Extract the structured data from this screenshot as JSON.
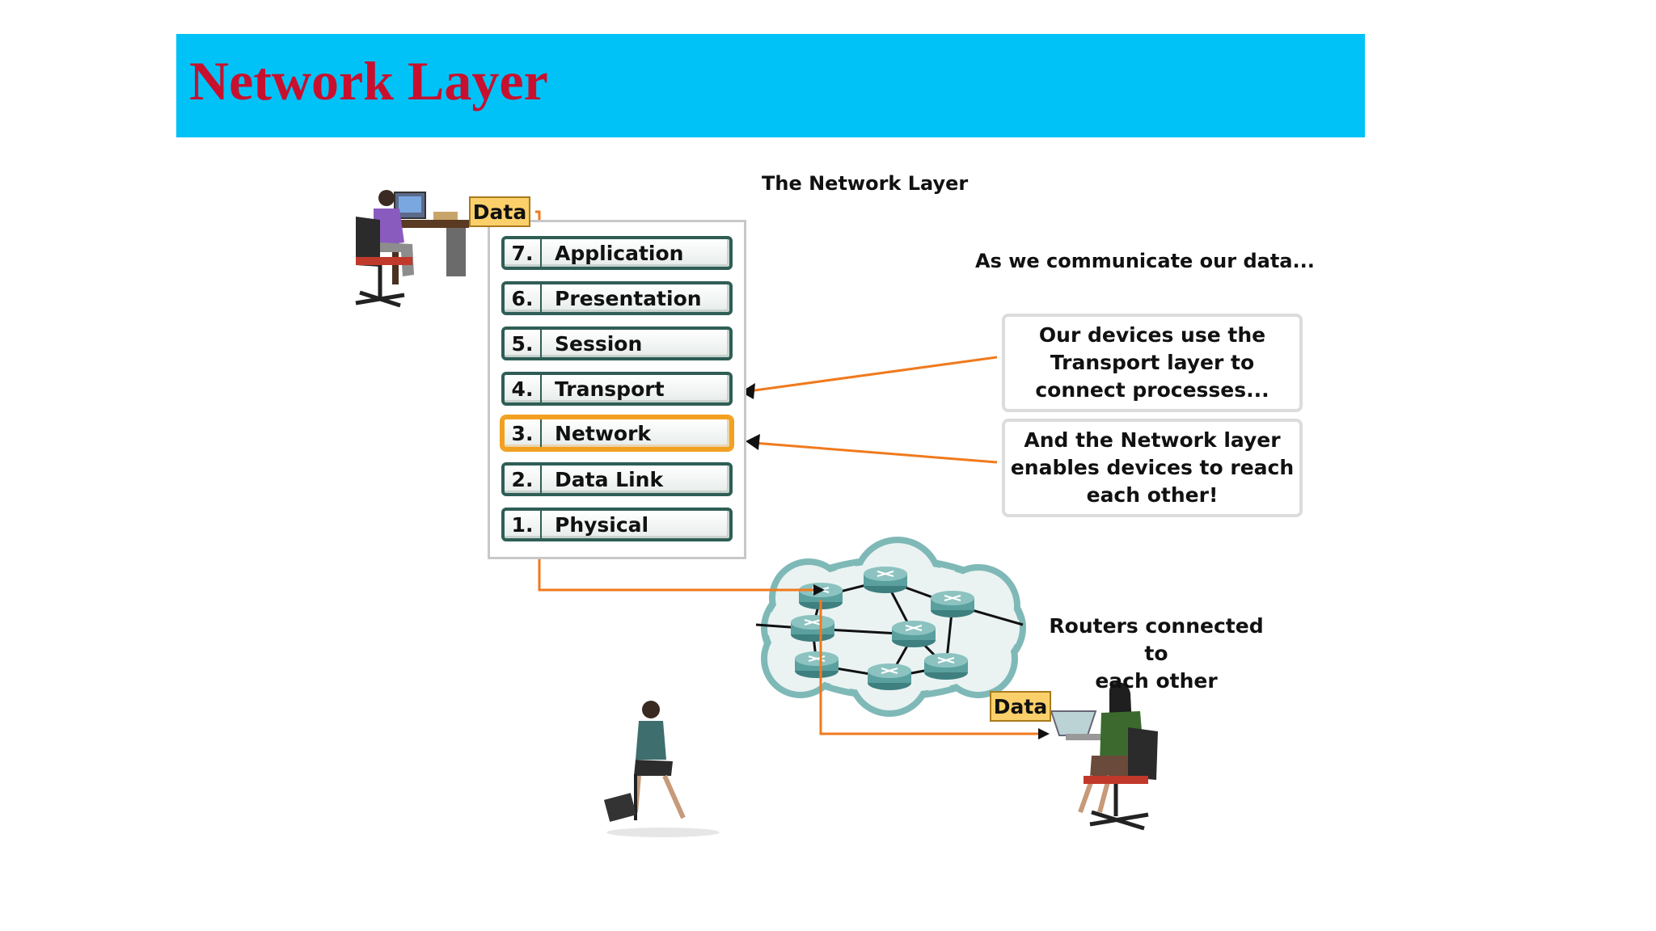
{
  "slide": {
    "title": "Network Layer"
  },
  "diagram": {
    "title": "The Network Layer",
    "intro": "As we communicate our data...",
    "layers": [
      {
        "num": "7.",
        "name": "Application"
      },
      {
        "num": "6.",
        "name": "Presentation"
      },
      {
        "num": "5.",
        "name": "Session"
      },
      {
        "num": "4.",
        "name": "Transport"
      },
      {
        "num": "3.",
        "name": "Network"
      },
      {
        "num": "2.",
        "name": "Data Link"
      },
      {
        "num": "1.",
        "name": "Physical"
      }
    ],
    "active_layer": "Network",
    "callouts": {
      "transport": "Our devices use the\nTransport layer to\nconnect processes...",
      "network": "And the Network layer\nenables devices to reach\neach other!"
    },
    "data_tag": "Data",
    "routers_label": "Routers connected to\neach other",
    "colors": {
      "banner": "#00c2f7",
      "title": "#c8102e",
      "path": "#f07a1e",
      "highlight": "#f2a01f",
      "cloud": "#7fb9b7"
    }
  }
}
